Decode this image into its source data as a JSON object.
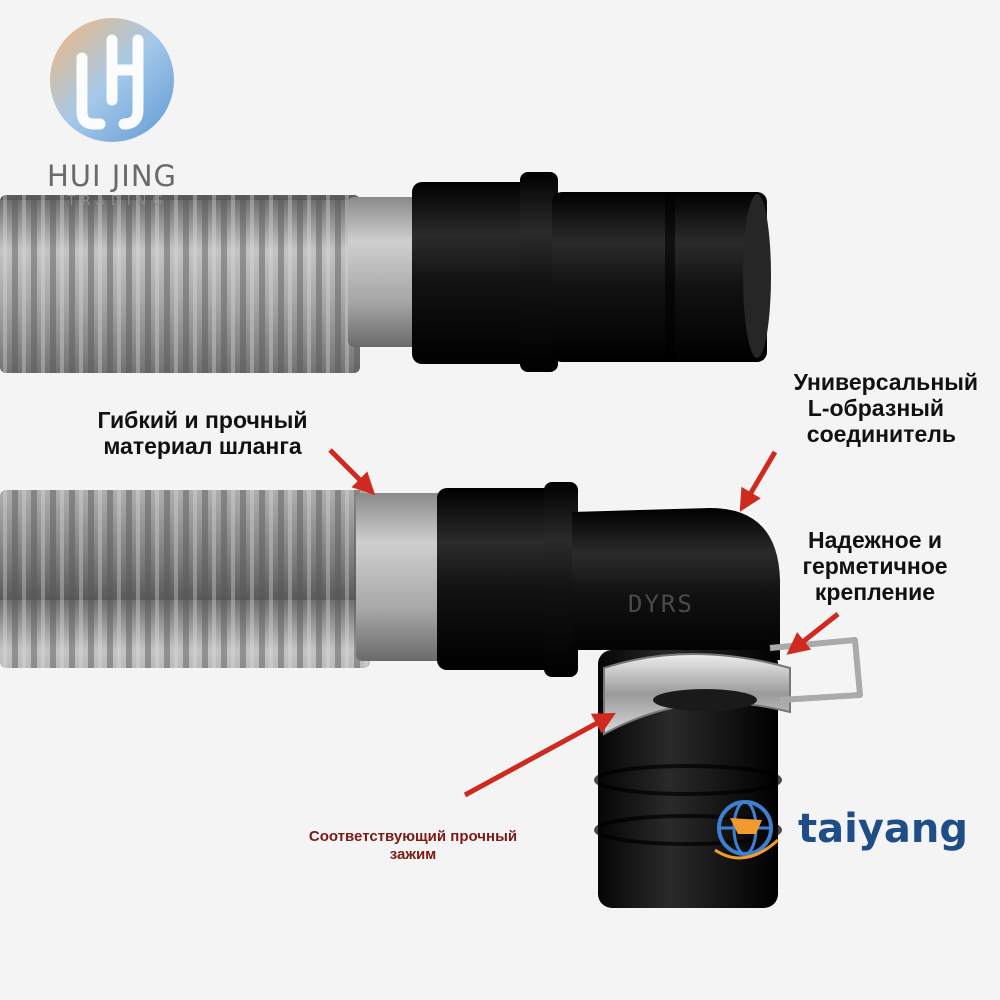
{
  "watermark": {
    "brand": "HUI JING",
    "sub": "TRADING"
  },
  "product_marking": "DYRS",
  "callouts": {
    "hose_material": [
      "Гибкий и прочный",
      "материал шланга"
    ],
    "l_connector": [
      "Универсальный",
      "L-образный",
      "соединитель"
    ],
    "secure_mount": [
      "Надежное и",
      "герметичное",
      "крепление"
    ],
    "clamp": [
      "Соответствующий прочный",
      "зажим"
    ]
  },
  "seller_logo": {
    "text": "taiyang"
  },
  "colors": {
    "background": "#f4f4f4",
    "hose": "#9c9c9c",
    "fitting": "#141414",
    "arrow": "#d02a20",
    "clamp_text": "#7a1b14",
    "logo_blue": "#1f4e86"
  }
}
